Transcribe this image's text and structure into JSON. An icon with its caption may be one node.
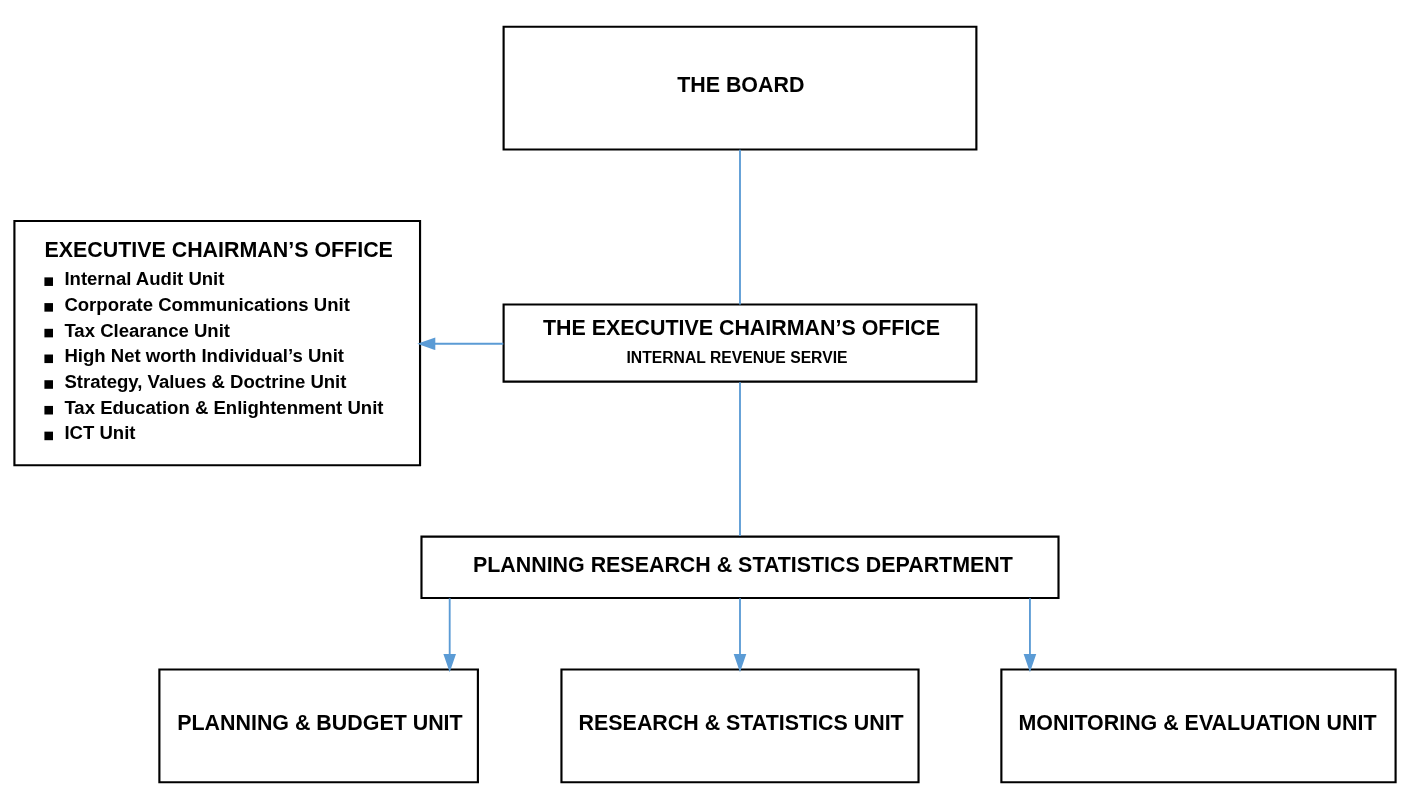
{
  "diagram": {
    "nodes": [
      {
        "text": [
          "THE BOARD"
        ]
      },
      {
        "text": [
          "EXECUTIVE CHAIRMAN’S OFFICE",
          "Internal Audit Unit",
          "Corporate Communications Unit",
          "Tax Clearance Unit",
          "High Net worth Individual’s Unit",
          "Strategy, Values & Doctrine Unit",
          "Tax Education & Enlightenment Unit",
          "ICT Unit"
        ]
      },
      {
        "text": [
          "THE EXECUTIVE CHAIRMAN’S OFFICE",
          "INTERNAL REVENUE SERVIE"
        ]
      },
      {
        "text": [
          "PLANNING RESEARCH & STATISTICS DEPARTMENT"
        ]
      },
      {
        "text": [
          "PLANNING & BUDGET UNIT"
        ]
      },
      {
        "text": [
          "RESEARCH & STATISTICS UNIT"
        ]
      },
      {
        "text": [
          "MONITORING & EVALUATION UNIT"
        ]
      }
    ],
    "edges": [
      {
        "from": 0,
        "to": 2,
        "arrow": "none"
      },
      {
        "from": 2,
        "to": 1,
        "arrow": "to"
      },
      {
        "from": 2,
        "to": 3,
        "arrow": "none"
      },
      {
        "from": 3,
        "to": 4,
        "arrow": "to"
      },
      {
        "from": 3,
        "to": 5,
        "arrow": "to"
      },
      {
        "from": 3,
        "to": 6,
        "arrow": "to"
      }
    ]
  }
}
